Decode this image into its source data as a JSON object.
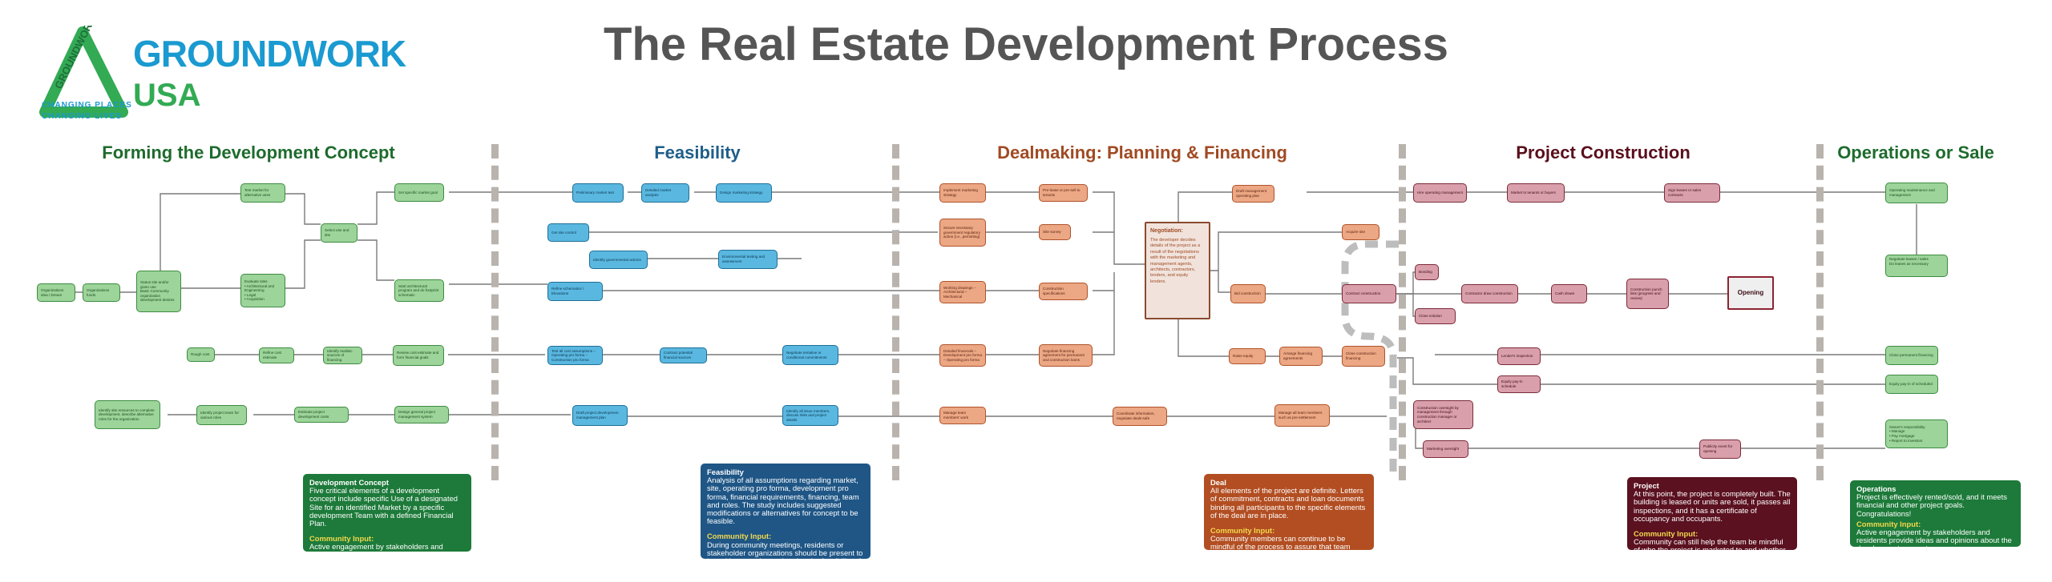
{
  "logo": {
    "word1": "GROUNDWORK",
    "word2": "USA",
    "tag1": "CHANGING PLACES",
    "tag2": "CHANGING LIVES",
    "triangle_text": "GROUNDWORK"
  },
  "title": "The Real Estate Development Process",
  "sections": [
    {
      "label": "Forming the Development Concept",
      "color": "#1e6b2d"
    },
    {
      "label": "Feasibility",
      "color": "#1f5e8a"
    },
    {
      "label": "Dealmaking: Planning & Financing",
      "color": "#a04a23"
    },
    {
      "label": "Project Construction",
      "color": "#5a0f1c"
    },
    {
      "label": "Operations or Sale",
      "color": "#1e6b2d"
    }
  ],
  "colors": {
    "green": "#9cd49a",
    "blue": "#5ab8e0",
    "orange": "#eca784",
    "maroon": "#d9a0ac",
    "line": "#7a7a7a"
  },
  "nodes": {
    "n01": "Organizations idea / Dream",
    "n02": "Organizations funds",
    "n03": "Status site and/or given use\nBasic Community organization development desires",
    "n04": "Test market for alternative uses",
    "n05": "Evaluate sites\n• Architectural and Engineering\n• Legal\n• Acquisition",
    "n06": "Select use and site",
    "n07": "Set specific market goal",
    "n08": "Start architectural program and do footprint schematic",
    "n09": "Rough cost",
    "n10": "Refine cost estimate",
    "n11": "Identify realistic sources of financing",
    "n12": "Review cost estimate and form financial goals",
    "n13": "Identify site resources to complete development, describe alternative roles for the organization",
    "n14": "Identify project team for various roles",
    "n15": "Estimate project development costs",
    "n16": "Design general project management system",
    "n17": "Preliminary market test",
    "n18": "Detailed market analysis",
    "n19": "Design marketing strategy",
    "n20": "Get site control",
    "n21": "Identify governmental actions",
    "n22": "Environmental testing and assessment",
    "n23": "Refine schematics / Elevations",
    "n24": "Test all cost assumptions – Operating pro forma – Construction pro forma",
    "n25": "Contract potential financial sources",
    "n26": "Negotiate tentative or conditional commitments",
    "n27": "Draft project development management plan",
    "n28": "Identify all issue members, discuss risks and project details",
    "n29": "Implement marketing strategy",
    "n30": "Pre-lease or pre-sell to tenants",
    "n31": "Secure necessary government regulatory action (i.e., permitting)",
    "n32": "Site survey",
    "n33": "Working drawings – Architectural – Mechanical",
    "n34": "Construction specifications",
    "n35": "Detailed financials – Development pro forma – Operating pro forma",
    "n36": "Negotiate financing agreement for permanent and construction loans",
    "n37": "Manage team members' work",
    "n38": "Coordinate information, negotiate deals safe",
    "n39": "Manage all team members such as pre-settlement",
    "n40": "Negotiation:",
    "n40b": "The developer decides details of the project as a result of the negotiations with the marketing and management agents, architects, contractors, lenders, and equity lenders.",
    "n41": "Draft management operating plan",
    "n42": "Bid construction",
    "n43": "Acquire site",
    "n44": "Raise equity",
    "n45": "Arrange financing agreements",
    "n46": "Close construction financing",
    "n47": "Hire operating management",
    "n48": "Market to tenants or buyers",
    "n49": "Sign leases or sales contracts",
    "n50": "Bonding",
    "n51": "Contract construction",
    "n52": "Contractor draw construction",
    "n53": "Cash draws",
    "n54": "Construction punch lists (progress and review)",
    "n55": "Opening",
    "n56": "Close solution",
    "n57": "Lender's inspection",
    "n58": "Equity pay-in schedule",
    "n59": "Construction oversight by management through construction manager or architect",
    "n60": "Marketing oversight",
    "n61": "Publicity event for opening",
    "n62": "Operating maintenance and management",
    "n63": "Negotiate leases / sales",
    "n64": "Do leases as necessary",
    "n65": "Close permanent financing",
    "n66": "Equity pay-in of scheduled",
    "n67": "Owner's responsibility\n• Manage\n• Pay mortgage\n• Report to investors"
  },
  "info": {
    "dev": {
      "heading": "Development Concept",
      "body": "Five critical elements of a development concept include specific Use of a designated Site for an identified Market by a specific development Team with a defined Financial Plan.",
      "community_label": "Community Input:",
      "community": "Active engagement by stakeholders and residents provide ideas and opinions about the development concept."
    },
    "feas": {
      "heading": "Feasibility",
      "body": "Analysis of all assumptions regarding market, site, operating pro forma, development pro forma, financial requirements, financing, team and roles. The study includes suggested modifications or alternatives for concept to be feasible.",
      "community_label": "Community Input:",
      "community": "During community meetings, residents or stakeholder organizations should be present to be asking questions related to the feasibility of the project. Do the assumptions on feasibility make sense to the community?"
    },
    "deal": {
      "heading": "Deal",
      "body": "All elements of the project are definite. Letters of commitment, contracts and loan documents binding all participants to the specific elements of the deal are in place.",
      "community_label": "Community Input:",
      "community": "Community members can continue to be mindful of the process to assure that team members remember the community is engaged."
    },
    "proj": {
      "heading": "Project",
      "body": "At this point, the project is completely built. The building is leased or units are sold, it passes all inspections, and it has a certificate of occupancy and occupants.",
      "community_label": "Community Input:",
      "community": "Community can still help the team be mindful of who the project is marketed to and whether it abides by the agreed upon final use of the building."
    },
    "ops": {
      "heading": "Operations",
      "body": "Project is effectively rented/sold, and it meets financial and other project goals. Congratulations!",
      "community_label": "Community Input:",
      "community": "Active engagement by stakeholders and residents provide ideas and opinions about the development concept."
    }
  }
}
